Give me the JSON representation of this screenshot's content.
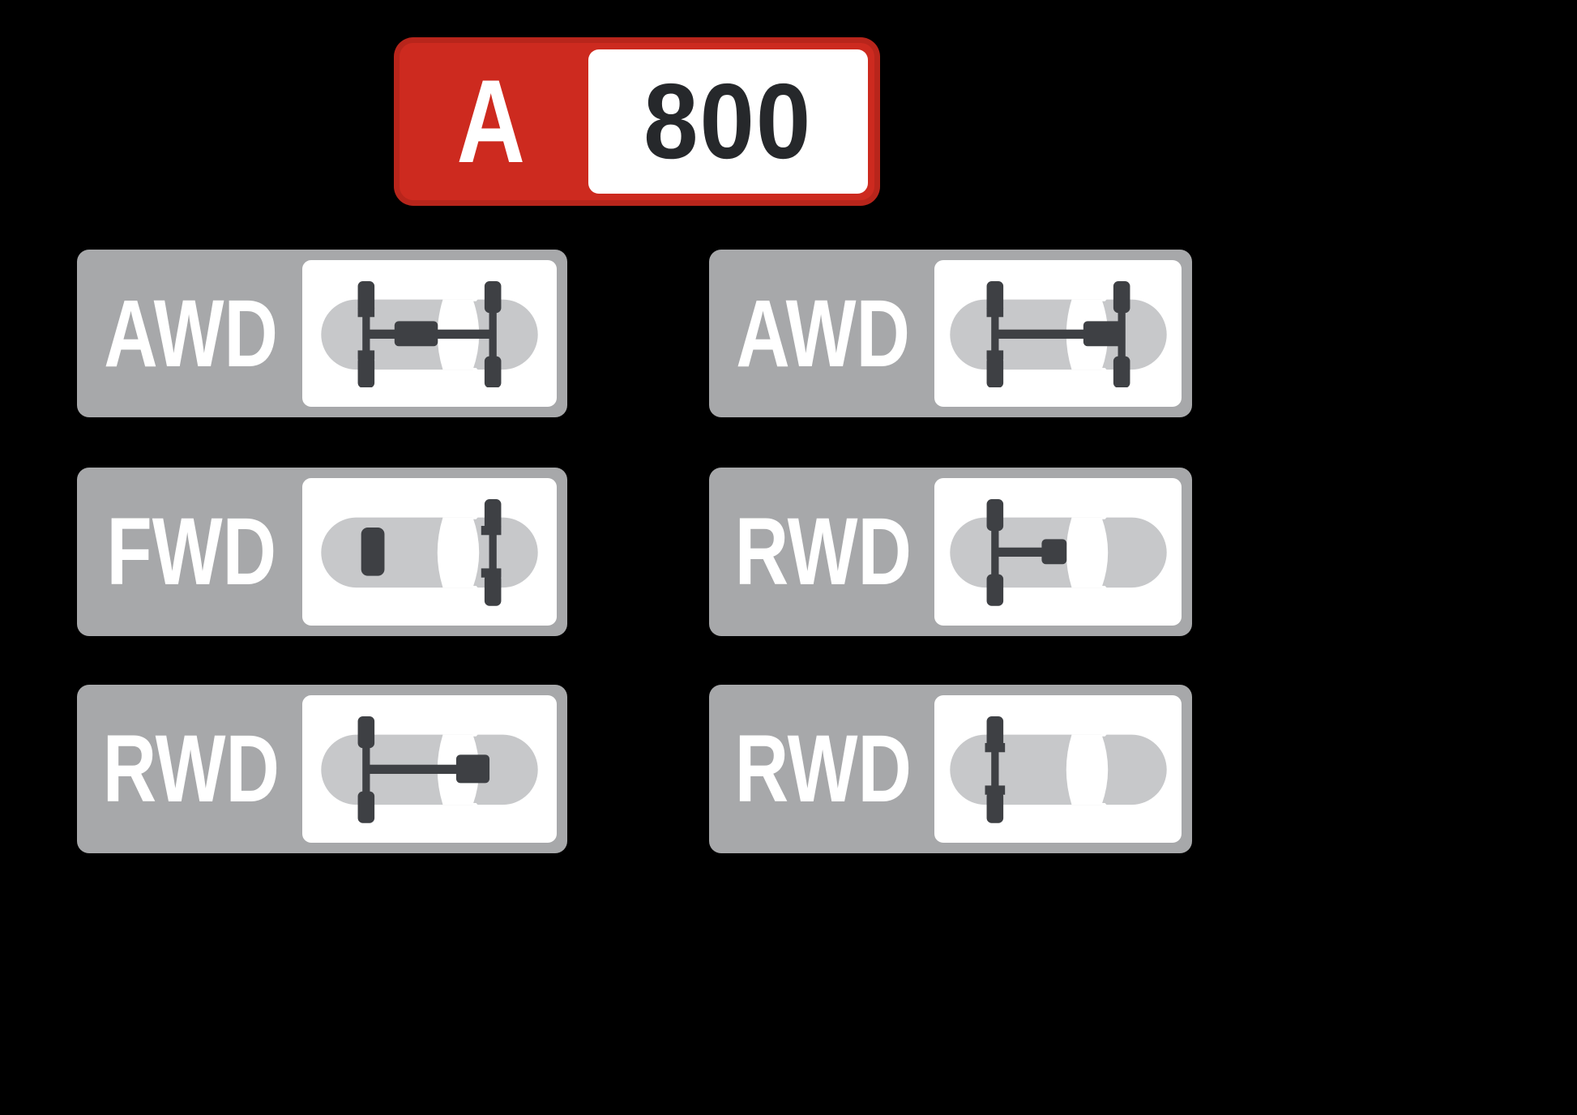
{
  "top_badge": {
    "letter": "A",
    "number": "800"
  },
  "badges": [
    {
      "label": "AWD",
      "icon": "awd-front-gearbox-chassis-icon"
    },
    {
      "label": "AWD",
      "icon": "awd-rear-gearbox-chassis-icon"
    },
    {
      "label": "FWD",
      "icon": "fwd-chassis-icon"
    },
    {
      "label": "RWD",
      "icon": "rwd-short-driveshaft-chassis-icon"
    },
    {
      "label": "RWD",
      "icon": "rwd-long-driveshaft-chassis-icon"
    },
    {
      "label": "RWD",
      "icon": "rwd-axle-only-chassis-icon"
    }
  ],
  "colors": {
    "background": "#000000",
    "red": "#cd2a1f",
    "panel_white": "#ffffff",
    "badge_gray": "#a7a8aa",
    "car_body": "#c7c8ca",
    "drivetrain": "#3e4044",
    "label_text": "#ffffff",
    "number_text": "#26282b"
  }
}
